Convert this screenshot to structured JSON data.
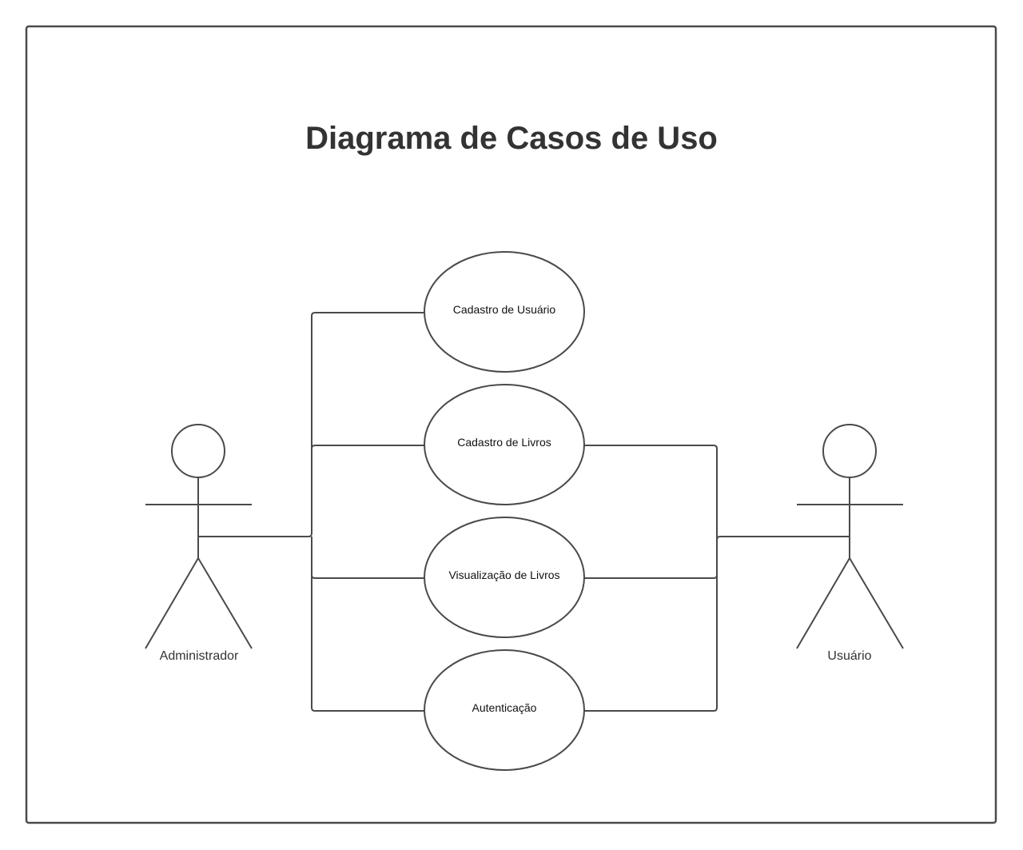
{
  "diagram": {
    "title": "Diagrama de Casos de Uso",
    "actors": {
      "admin": {
        "label": "Administrador"
      },
      "user": {
        "label": "Usuário"
      }
    },
    "use_cases": [
      {
        "label": "Cadastro de Usuário"
      },
      {
        "label": "Cadastro de Livros"
      },
      {
        "label": "Visualização de Livros"
      },
      {
        "label": "Autenticação"
      }
    ],
    "associations": [
      {
        "actor": "Administrador",
        "use_case": "Cadastro de Usuário"
      },
      {
        "actor": "Administrador",
        "use_case": "Cadastro de Livros"
      },
      {
        "actor": "Administrador",
        "use_case": "Visualização de Livros"
      },
      {
        "actor": "Administrador",
        "use_case": "Autenticação"
      },
      {
        "actor": "Usuário",
        "use_case": "Cadastro de Livros"
      },
      {
        "actor": "Usuário",
        "use_case": "Visualização de Livros"
      },
      {
        "actor": "Usuário",
        "use_case": "Autenticação"
      }
    ],
    "stroke_color": "#4a4a4a",
    "text_color": "#333333"
  }
}
